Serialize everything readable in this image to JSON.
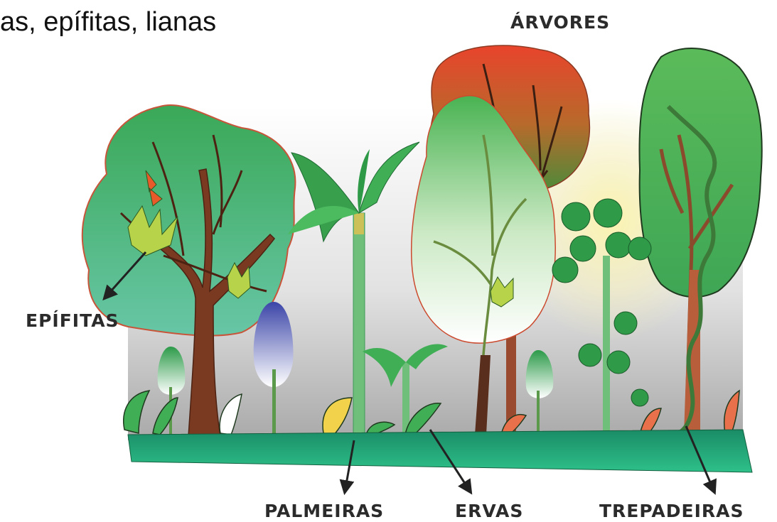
{
  "caption": "as, epífitas, lianas",
  "labels": {
    "arvores": "ÁRVORES",
    "epifitas": "EPÍFITAS",
    "palmeiras": "PALMEIRAS",
    "ervas": "ERVAS",
    "trepadeiras": "TREPADEIRAS"
  },
  "colors": {
    "ground": "#1f9a72",
    "canopy_green": "#45b35a",
    "canopy_red": "#e8452c",
    "trunk": "#7a3a22",
    "sky_yellow": "#fbf3b0",
    "arrow": "#222222"
  }
}
